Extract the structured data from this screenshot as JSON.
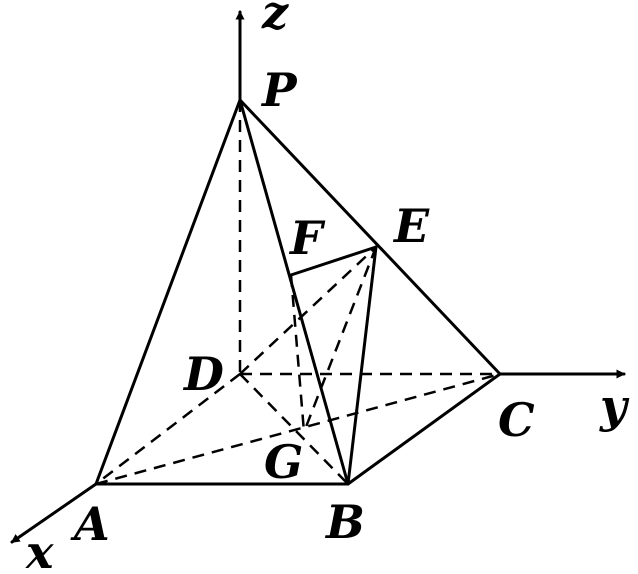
{
  "diagram": {
    "labels": {
      "z": "z",
      "y": "y",
      "x": "x",
      "P": "P",
      "E": "E",
      "F": "F",
      "D": "D",
      "C": "C",
      "G": "G",
      "A": "A",
      "B": "B"
    }
  }
}
